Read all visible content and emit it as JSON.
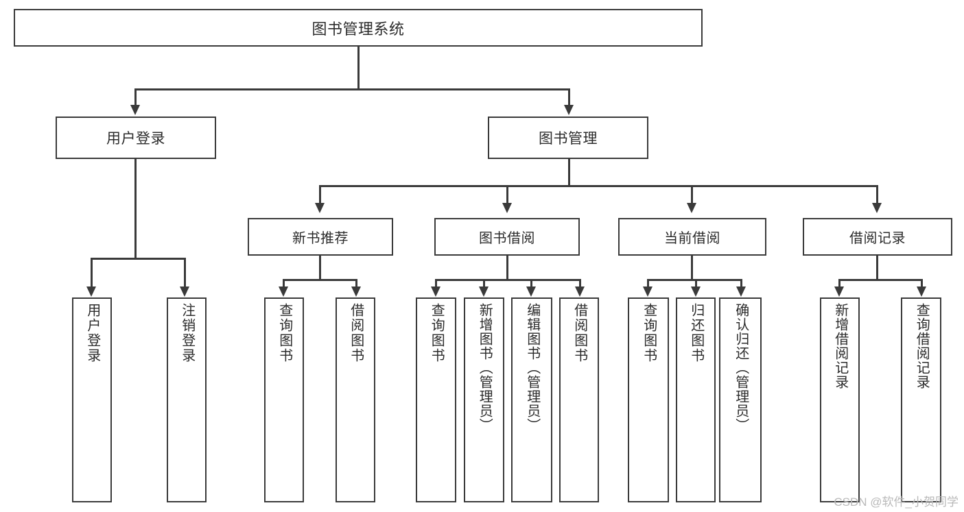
{
  "diagram": {
    "title": "图书管理系统",
    "type": "功能结构图",
    "root": {
      "label": "图书管理系统"
    },
    "level2": [
      {
        "label": "用户登录"
      },
      {
        "label": "图书管理"
      }
    ],
    "level3": [
      {
        "label": "新书推荐"
      },
      {
        "label": "图书借阅"
      },
      {
        "label": "当前借阅"
      },
      {
        "label": "借阅记录"
      }
    ],
    "leaves": {
      "user_login": [
        {
          "label": "用户登录"
        },
        {
          "label": "注销登录"
        }
      ],
      "new_book_recommend": [
        {
          "label": "查询图书"
        },
        {
          "label": "借阅图书"
        }
      ],
      "book_borrow": [
        {
          "label": "查询图书"
        },
        {
          "label": "新增图书（管理员）"
        },
        {
          "label": "编辑图书（管理员）"
        },
        {
          "label": "借阅图书"
        }
      ],
      "current_borrow": [
        {
          "label": "查询图书"
        },
        {
          "label": "归还图书"
        },
        {
          "label": "确认归还（管理员）"
        }
      ],
      "borrow_record": [
        {
          "label": "新增借阅记录"
        },
        {
          "label": "查询借阅记录"
        }
      ]
    }
  },
  "watermark": {
    "text": "CSDN @软件_小贺同学"
  },
  "colors": {
    "stroke": "#3a3a3a",
    "text": "#2b2b2b",
    "background": "#ffffff",
    "watermark": "#b9b9b9"
  }
}
